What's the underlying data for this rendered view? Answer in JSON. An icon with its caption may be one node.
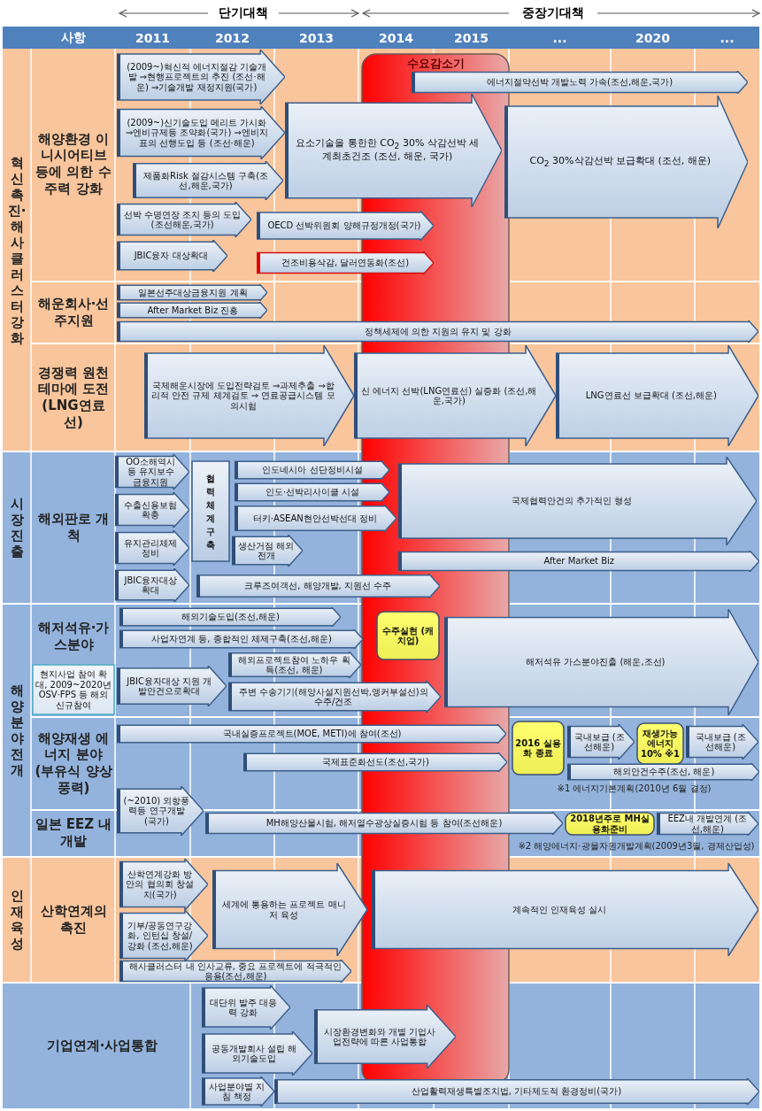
{
  "diagram": {
    "nodes": [
      {
        "text": [
          "수요감소기"
        ]
      },
      {
        "text": [
          "(2009~)혁신적 에너지절감 기술개발 ⇒현행프로젝트의 추진 (조선·해운) ⇒기술개발 재정지원(국가)"
        ]
      },
      {
        "text": [
          "(2009~)신기술도입 메리트 가시화 ⇒엔비규제등 조약화(국가) ⇒엔비지표의 선행도입 등 (조선·해운)"
        ]
      },
      {
        "text": [
          "제품화Risk 절감시스템 구축(조선,해운,국가)"
        ]
      },
      {
        "text": [
          "선박 수명연장 조치 등의 도입 (조선해운,국가)"
        ]
      },
      {
        "text": [
          "JBIC융자 대상확대"
        ]
      },
      {
        "text": [
          "요소기술을 통한한 CO$_{2}$ 30% 삭감선박 세계최초건조 (조선, 해운, 국가)"
        ]
      },
      {
        "text": [
          "OECD 선박위원회 양해규정개정(국가)"
        ]
      },
      {
        "text": [
          "건조비용삭감, 달러연동화(조선)"
        ]
      },
      {
        "text": [
          "에너지절약선박 개발노력 가속(조선,해운,국가)"
        ]
      },
      {
        "text": [
          "CO$_{2}$ 30%삭감선박 보급확대 (조선, 해운)"
        ]
      },
      {
        "text": [
          "일본선주대상금융지원 계획"
        ]
      },
      {
        "text": [
          "After Market Biz 진흥"
        ]
      },
      {
        "text": [
          "정책세제에 의한 지원의 유지 및 강화"
        ]
      },
      {
        "text": [
          "국제해운시장에 도입전략검토 ⇒과제추출 ⇒합리적 안전 규제 체계검토 ⇒ 연료공급시스템 모의시험"
        ]
      },
      {
        "text": [
          "신 에너지 선박(LNG연료선) 실증화 (조선,해운,국가)"
        ]
      },
      {
        "text": [
          "LNG연료선 보급확대 (조선,해운)"
        ]
      },
      {
        "text": [
          "OO소해역시 등 유지보수 금융지원"
        ]
      },
      {
        "text": [
          "수출신용보험 확충"
        ]
      },
      {
        "text": [
          "유지관리체제 정비"
        ]
      },
      {
        "text": [
          "협력체계구축"
        ]
      },
      {
        "text": [
          "JBIC융자대상 확대"
        ]
      },
      {
        "text": [
          "인도네시아 선단정비시설"
        ]
      },
      {
        "text": [
          "인도·선박리사이클 시설"
        ]
      },
      {
        "text": [
          "터키·ASEAN현안선박선대 정비"
        ]
      },
      {
        "text": [
          "생산거점 해외전개"
        ]
      },
      {
        "text": [
          "크루즈여객선, 해양개발, 지원선 수주"
        ]
      },
      {
        "text": [
          "국제협력안건의 추가적인 형성"
        ]
      },
      {
        "text": [
          "After Market Biz"
        ]
      },
      {
        "text": [
          "해외기술도입(조선,해운)"
        ]
      },
      {
        "text": [
          "사업자연계 등, 종합적인 체제구축(조선,해운)"
        ]
      },
      {
        "text": [
          "해외프로젝트참여 노하우 획득(조선, 해운)"
        ]
      },
      {
        "text": [
          "주변 수송기기(해양사설지원선박,앵커부설선)의 수주/건조"
        ]
      },
      {
        "text": [
          "현지사업 참여 확대, 2009~2020년 OSV·FPS 등 해외 신규참여"
        ]
      },
      {
        "text": [
          "JBIC융자대상 지원 개발안건으로확대"
        ]
      },
      {
        "text": [
          "수주실현 (캐치업)"
        ]
      },
      {
        "text": [
          "해저석유 가스분야진출 (해운,조선)"
        ]
      },
      {
        "text": [
          "국내실증프로젝트(MOE, METI)에 참여(조선)"
        ]
      },
      {
        "text": [
          "2016 실용화 종료"
        ]
      },
      {
        "text": [
          "국제표준화선도(조선,국가)"
        ]
      },
      {
        "text": [
          "국내보급 (조선해운)"
        ]
      },
      {
        "text": [
          "재생가능 에너지 10% ※1"
        ]
      },
      {
        "text": [
          "국내보급 (조선해운)"
        ]
      },
      {
        "text": [
          "해외안건수주(조선, 해운)"
        ]
      },
      {
        "text": [
          "(~2010) 외항풍력등 연구개발(국가)"
        ]
      },
      {
        "text": [
          "MH해양산물시험, 해저열수광상실증시험 등 참여(조선해운)"
        ]
      },
      {
        "text": [
          "2018년주로 MH실용화준비"
        ]
      },
      {
        "text": [
          "EEZ내 개발연계 (조선,해운)"
        ]
      },
      {
        "text": [
          "산학연계강화 방안의 협의회 창설치(국가)"
        ]
      },
      {
        "text": [
          "기부/공동연구강화, 인턴십 창설/강화 (조선,해운)"
        ]
      },
      {
        "text": [
          "세계에 통용하는 프로젝트 매니저 육성"
        ]
      },
      {
        "text": [
          "계속적인 인재육성 실시"
        ]
      },
      {
        "text": [
          "해사클러스터 내 인사교류, 중요 프로젝트에 적극적인 응용(조선,해운)"
        ]
      },
      {
        "text": [
          "대단위 발주 대응력 강화"
        ]
      },
      {
        "text": [
          "공동개발회사 설립 해외기술도입"
        ]
      },
      {
        "text": [
          "시장환경변화와 개별 기업사업전략에 따른 사업통합"
        ]
      },
      {
        "text": [
          "사업분야별 지침 책정"
        ]
      },
      {
        "text": [
          "산업활력재생특별조치법, 기타제도적 환경정비(국가)"
        ]
      }
    ],
    "labels": [
      "단기대책",
      "중장기대책",
      "사항",
      "2011",
      "2012",
      "2013",
      "2014",
      "2015",
      "...",
      "2020",
      "...",
      "혁신촉진·해사클러스터 강화",
      "해양환경 이니시어티브 등에 의한 수주력 강화",
      "해운회사·선주지원",
      "경쟁력 원천 테마에 도전 (LNG연료선)",
      "시장진출",
      "해외판로 개척",
      "해양분야전개",
      "해저석유·가스분야",
      "해양재생 에너지 분야 (부유식 양상풍력)",
      "일본 EEZ 내 개발",
      "인재육성",
      "산학연계의 촉진",
      "기업연계·사업통합",
      "※1 에너지기본계획(2010년 6월 결정)",
      "※2 해양에너지·광물자원개발계획(2009년3월, 경제산업성)"
    ]
  }
}
